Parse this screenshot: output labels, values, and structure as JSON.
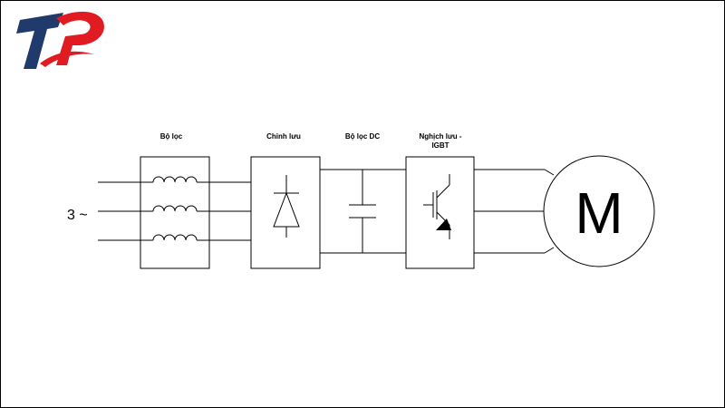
{
  "logo": {
    "text": "TP",
    "colors": {
      "red": "#e11b22",
      "navy": "#1f3a6b"
    }
  },
  "diagram": {
    "input_label": "3 ~",
    "blocks": [
      {
        "id": "filter",
        "label": "Bộ lọc"
      },
      {
        "id": "rectifier",
        "label": "Chỉnh lưu"
      },
      {
        "id": "dc_filter",
        "label": "Bộ lọc DC"
      },
      {
        "id": "inverter",
        "label_line1": "Nghịch lưu -",
        "label_line2": "IGBT"
      }
    ],
    "motor_label": "M"
  }
}
